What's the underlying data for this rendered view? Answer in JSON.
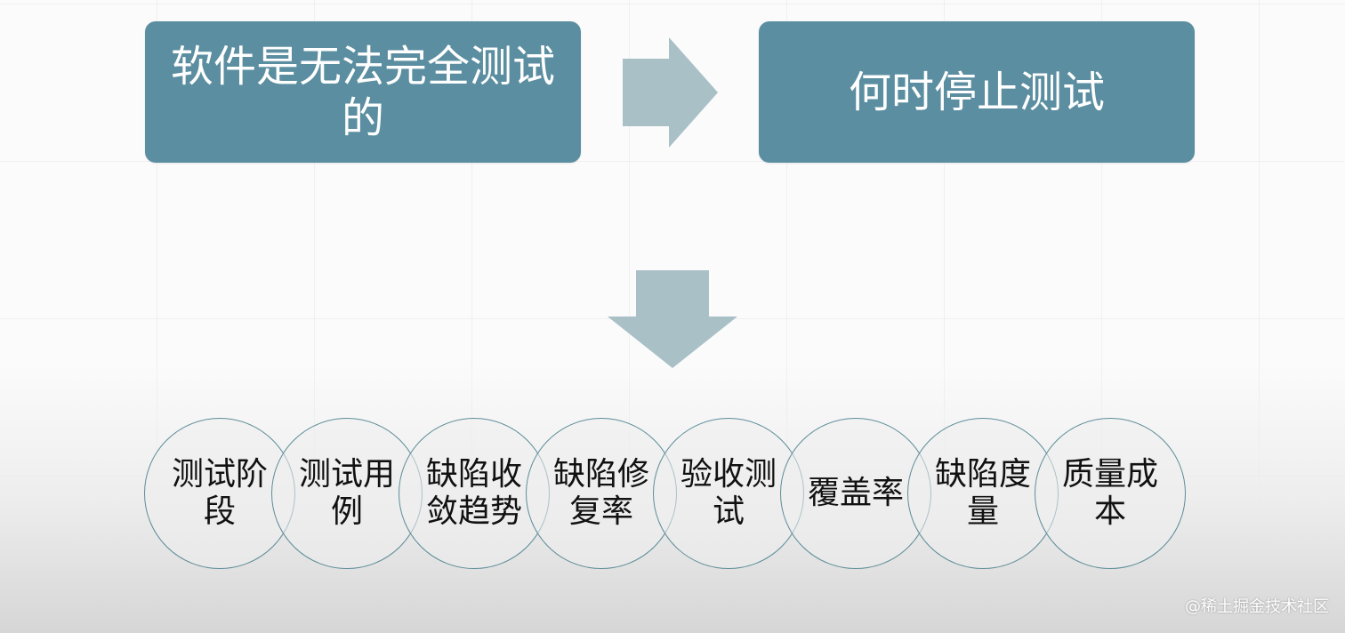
{
  "top": {
    "left_box": "软件是无法完全测试的",
    "right_box": "何时停止测试"
  },
  "circles": [
    "测试阶段",
    "测试用例",
    "缺陷收敛趋势",
    "缺陷修复率",
    "验收测试",
    "覆盖率",
    "缺陷度量",
    "质量成本"
  ],
  "watermark": "@稀土掘金技术社区",
  "colors": {
    "box": "#5b8ea0",
    "arrow": "#a9c0c7",
    "circle_border": "#5d8d99"
  },
  "icons": {
    "right_arrow": "right-arrow-icon",
    "down_arrow": "down-arrow-icon"
  }
}
